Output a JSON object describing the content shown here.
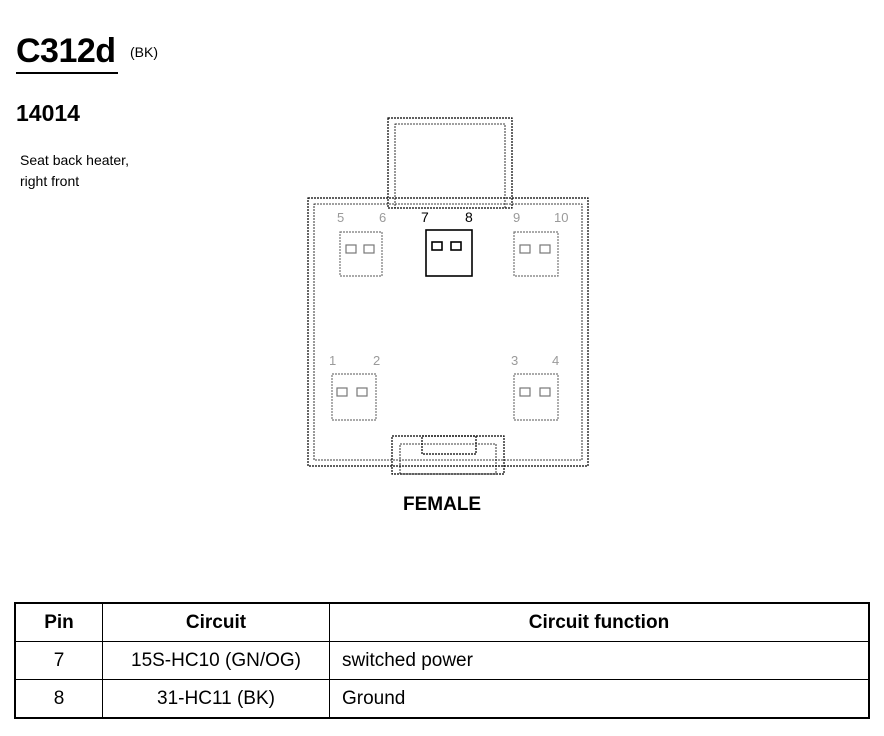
{
  "header": {
    "connector_id": "C312d",
    "connector_color": "(BK)",
    "part_number": "14014",
    "description_line1": "Seat back heater,",
    "description_line2": "right front"
  },
  "connector": {
    "view_label": "FEMALE",
    "pin_labels": {
      "p1": "1",
      "p2": "2",
      "p3": "3",
      "p4": "4",
      "p5": "5",
      "p6": "6",
      "p7": "7",
      "p8": "8",
      "p9": "9",
      "p10": "10"
    }
  },
  "table": {
    "headers": {
      "pin": "Pin",
      "circuit": "Circuit",
      "function": "Circuit function"
    },
    "rows": [
      {
        "pin": "7",
        "circuit": "15S-HC10 (GN/OG)",
        "function": "switched power"
      },
      {
        "pin": "8",
        "circuit": "31-HC11 (BK)",
        "function": "Ground"
      }
    ]
  }
}
